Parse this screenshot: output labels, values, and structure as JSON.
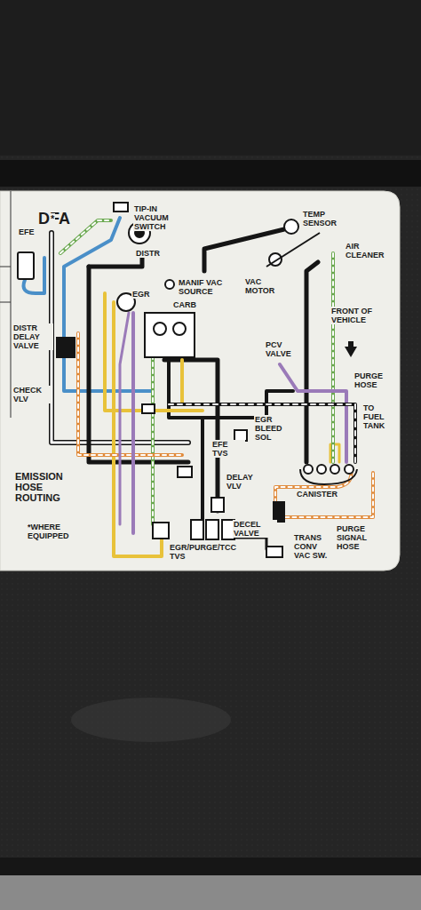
{
  "diagram": {
    "title": "DFA",
    "labels": [
      "EFE",
      "*",
      "TIP-IN VACUUM SWITCH",
      "DISTR",
      "TEMP SENSOR",
      "AIR CLEANER",
      "MANIF VAC SOURCE",
      "VAC MOTOR",
      "EGR",
      "CARB",
      "FRONT OF VEHICLE",
      "DISTR DELAY VALVE",
      "PCV VALVE",
      "PURGE HOSE",
      "CHECK VLV",
      "TO FUEL TANK",
      "EGR BLEED SOL",
      "EFE TVS",
      "CANISTER",
      "EMISSION HOSE ROUTING",
      "DELAY VLV",
      "*WHERE EQUIPPED",
      "DECEL VALVE",
      "EGR/PURGE/TCC TVS",
      "PURGE SIGNAL HOSE",
      "TRANS CONV VAC SW."
    ]
  }
}
